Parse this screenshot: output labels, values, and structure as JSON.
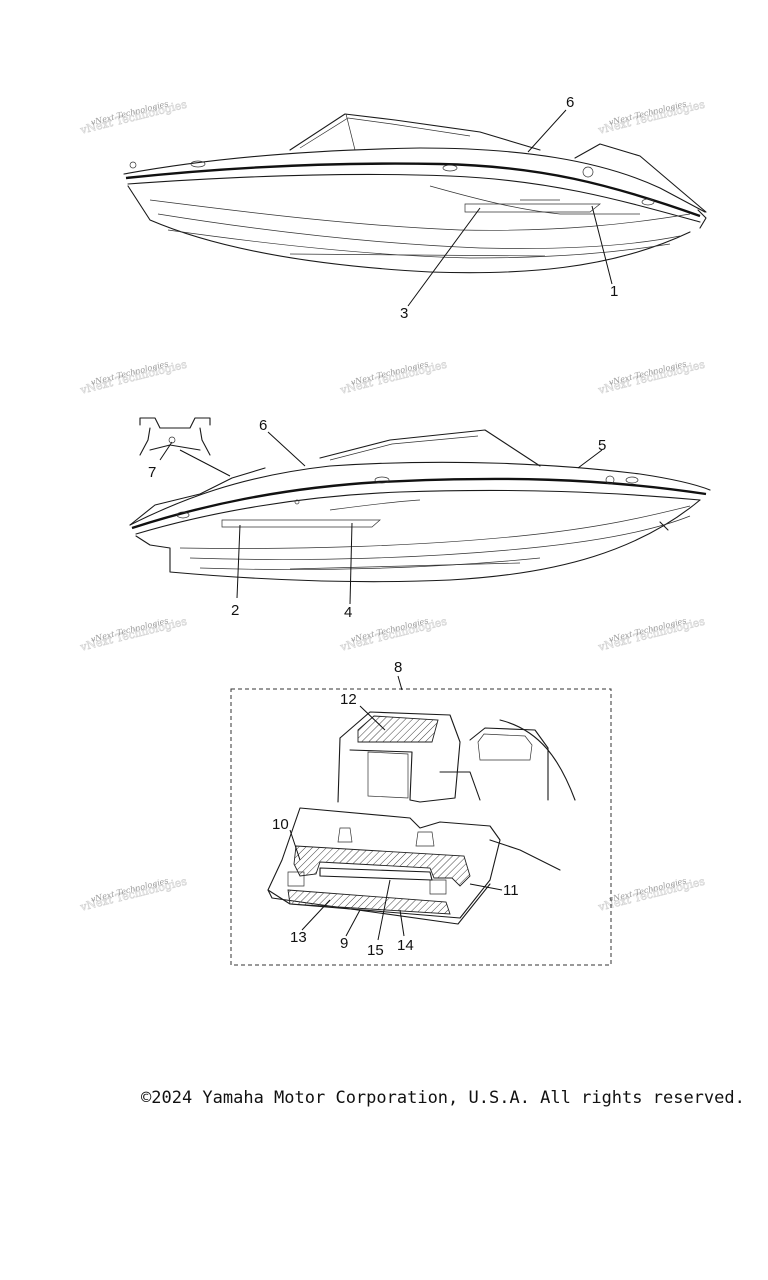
{
  "watermark": "vNext Technologies",
  "callouts": {
    "c1": "1",
    "c2": "2",
    "c3": "3",
    "c4": "4",
    "c5": "5",
    "c6a": "6",
    "c6b": "6",
    "c7": "7",
    "c8": "8",
    "c9": "9",
    "c10": "10",
    "c11": "11",
    "c12": "12",
    "c13": "13",
    "c14": "14",
    "c15": "15"
  },
  "footer": {
    "copyright": "©2024 Yamaha Motor Corporation, U.S.A. All rights reserved."
  }
}
